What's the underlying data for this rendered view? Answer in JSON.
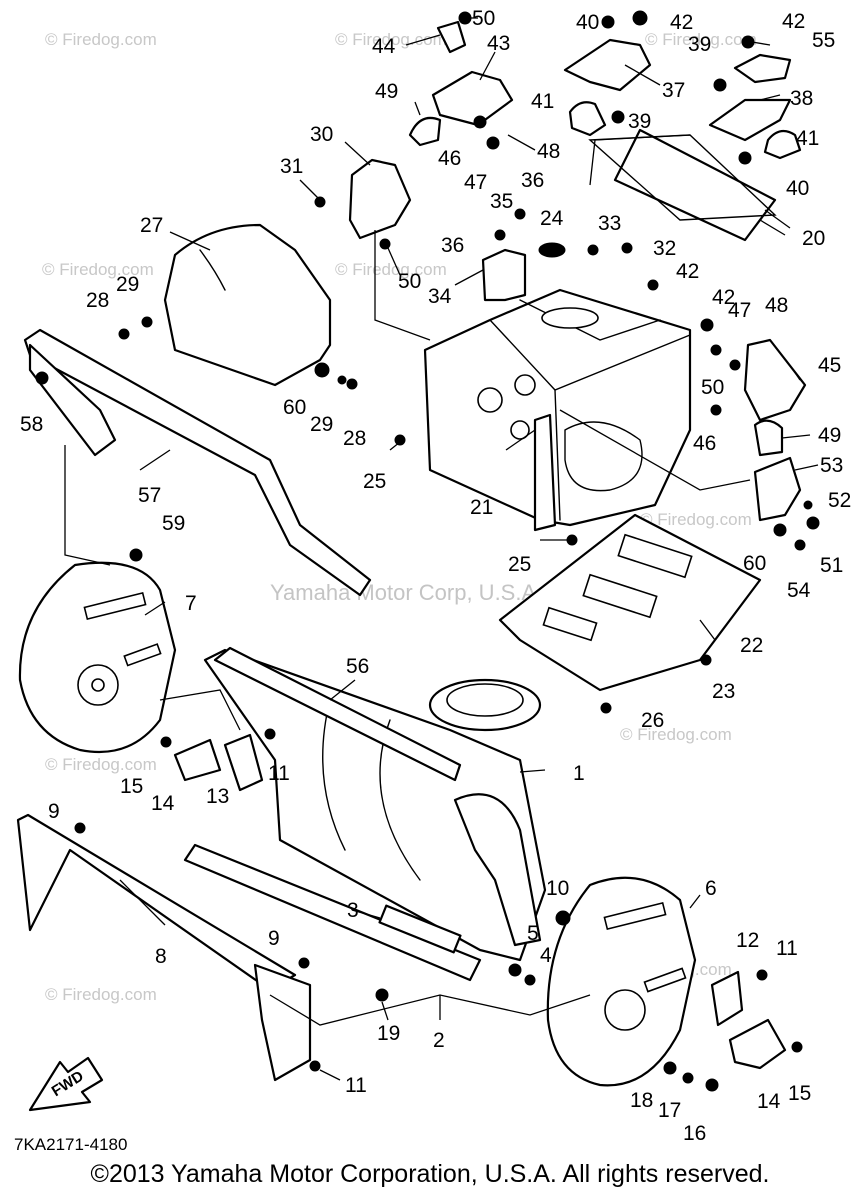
{
  "diagram": {
    "part_number": "7KA2171-4180",
    "fwd_label": "FWD",
    "copyright": "©2013 Yamaha Motor Corporation, U.S.A. All rights reserved.",
    "watermarks": {
      "site": "© Firedog.com",
      "center": "Yamaha Motor Corp, U.S.A."
    },
    "callouts": [
      "1",
      "2",
      "3",
      "4",
      "5",
      "6",
      "7",
      "8",
      "9",
      "9",
      "10",
      "11",
      "11",
      "11",
      "12",
      "13",
      "14",
      "14",
      "15",
      "15",
      "16",
      "17",
      "18",
      "19",
      "20",
      "21",
      "22",
      "23",
      "24",
      "25",
      "25",
      "26",
      "27",
      "28",
      "28",
      "29",
      "29",
      "30",
      "31",
      "32",
      "33",
      "34",
      "35",
      "36",
      "36",
      "37",
      "38",
      "39",
      "39",
      "40",
      "40",
      "41",
      "41",
      "42",
      "42",
      "42",
      "42",
      "43",
      "44",
      "45",
      "46",
      "46",
      "47",
      "47",
      "48",
      "48",
      "49",
      "49",
      "50",
      "50",
      "50",
      "51",
      "52",
      "53",
      "54",
      "55",
      "56",
      "57",
      "58",
      "59",
      "60",
      "60"
    ]
  }
}
